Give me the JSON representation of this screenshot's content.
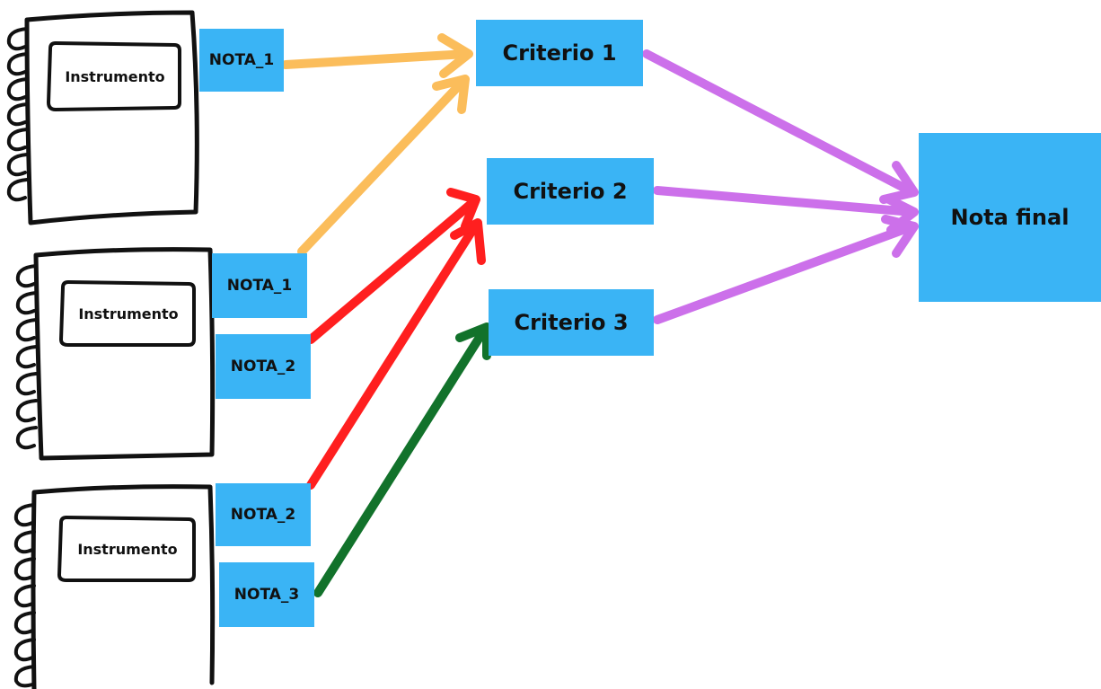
{
  "colors": {
    "box_fill": "#3ab4f5",
    "arrow_orange": "#fbbd5b",
    "arrow_red": "#ff1f1f",
    "arrow_green": "#12722b",
    "arrow_purple": "#cc70ea",
    "outline": "#111111"
  },
  "instruments": [
    {
      "label": "Instrumento"
    },
    {
      "label": "Instrumento"
    },
    {
      "label": "Instrumento"
    }
  ],
  "grades": [
    {
      "label": "NOTA_1"
    },
    {
      "label": "NOTA_1"
    },
    {
      "label": "NOTA_2"
    },
    {
      "label": "NOTA_2"
    },
    {
      "label": "NOTA_3"
    }
  ],
  "criteria": [
    {
      "label": "Criterio 1"
    },
    {
      "label": "Criterio 2"
    },
    {
      "label": "Criterio 3"
    }
  ],
  "final": {
    "label": "Nota final"
  },
  "connections": [
    {
      "from": "NOTA_1 (instrument 1)",
      "to": "Criterio 1",
      "color": "arrow_orange"
    },
    {
      "from": "NOTA_1 (instrument 2)",
      "to": "Criterio 1",
      "color": "arrow_orange"
    },
    {
      "from": "NOTA_2 (instrument 2)",
      "to": "Criterio 2",
      "color": "arrow_red"
    },
    {
      "from": "NOTA_2 (instrument 3)",
      "to": "Criterio 2",
      "color": "arrow_red"
    },
    {
      "from": "NOTA_3 (instrument 3)",
      "to": "Criterio 3",
      "color": "arrow_green"
    },
    {
      "from": "Criterio 1",
      "to": "Nota final",
      "color": "arrow_purple"
    },
    {
      "from": "Criterio 2",
      "to": "Nota final",
      "color": "arrow_purple"
    },
    {
      "from": "Criterio 3",
      "to": "Nota final",
      "color": "arrow_purple"
    }
  ]
}
